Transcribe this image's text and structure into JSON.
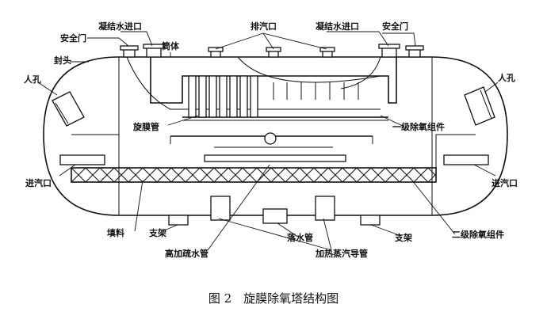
{
  "labels": {
    "condensate_inlet_left": "凝结水进口",
    "drain_port": "排汽口",
    "condensate_inlet_right": "凝结水进口",
    "safety_valve_left": "安全门",
    "safety_valve_right": "安全门",
    "shell": "筒体",
    "head": "封头",
    "manhole_left": "人孔",
    "manhole_right": "人孔",
    "rotating_film_tube": "旋膜管",
    "first_stage_module": "一级除氧组件",
    "steam_inlet_left": "进汽口",
    "steam_inlet_right": "进汽口",
    "packing": "填料",
    "support_left": "支架",
    "hp_drain_pipe": "高加疏水管",
    "drop_pipe": "落水管",
    "heating_steam_pipe": "加热蒸汽导管",
    "support_right": "支架",
    "second_stage_module": "二级除氧组件"
  },
  "caption": "图 2　旋膜除氧塔结构图"
}
